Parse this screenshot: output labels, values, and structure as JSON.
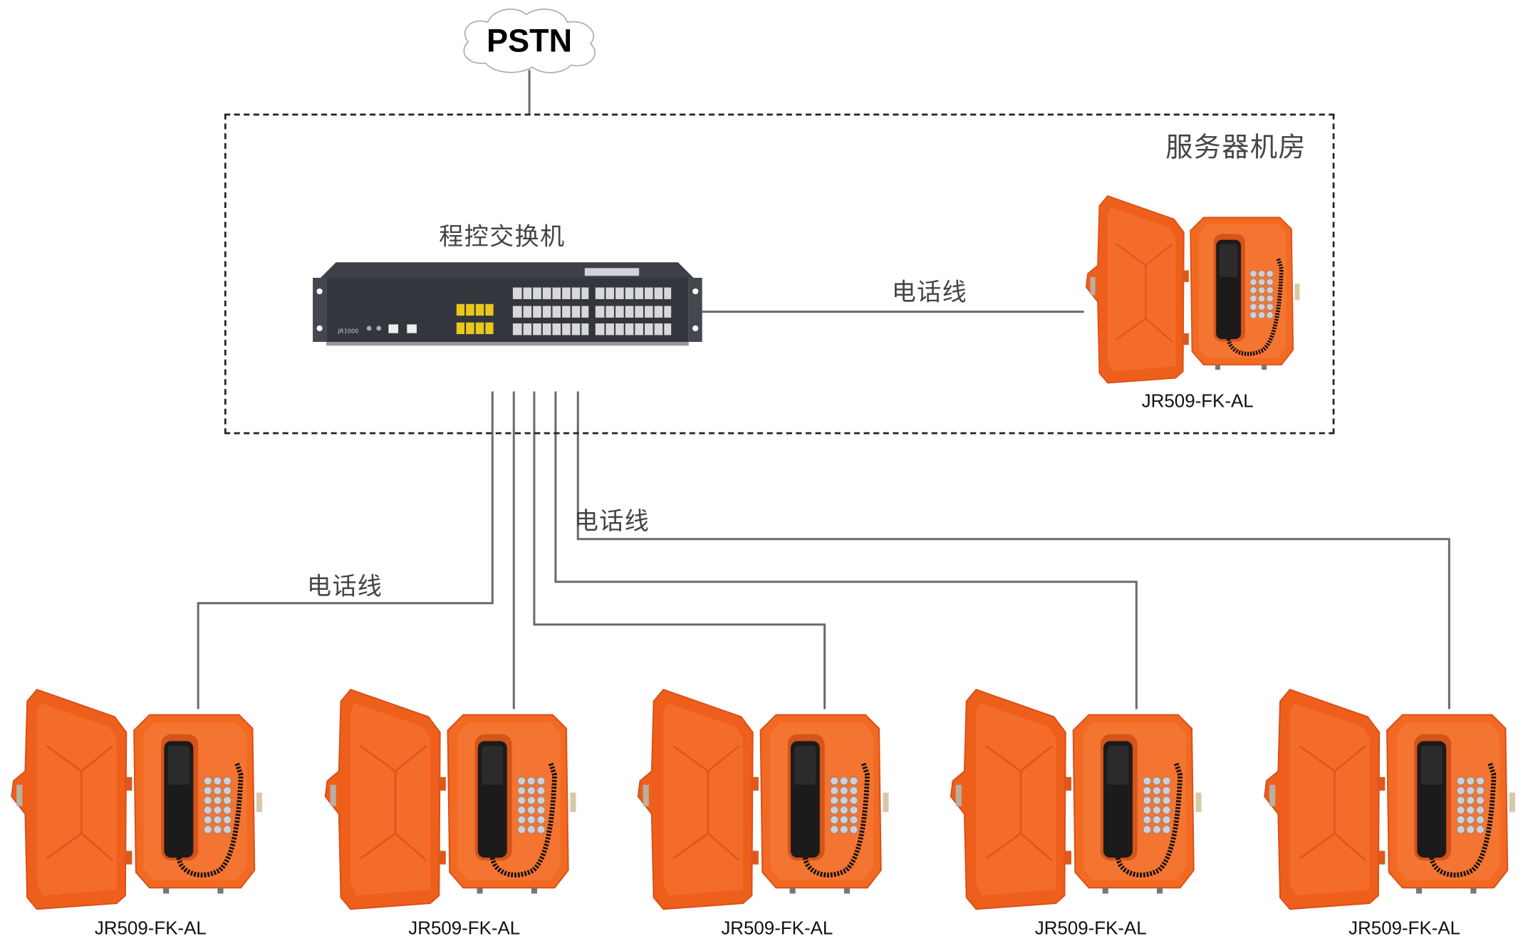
{
  "cloud": {
    "label": "PSTN"
  },
  "server_room": {
    "label": "服务器机房"
  },
  "switch": {
    "label": "程控交换机",
    "model": "JR1000"
  },
  "line_labels": [
    "电话线",
    "电话线",
    "电话线"
  ],
  "server_phone": {
    "model": "JR509-FK-AL"
  },
  "field_phones": [
    {
      "model": "JR509-FK-AL"
    },
    {
      "model": "JR509-FK-AL"
    },
    {
      "model": "JR509-FK-AL"
    },
    {
      "model": "JR509-FK-AL"
    },
    {
      "model": "JR509-FK-AL"
    }
  ],
  "colors": {
    "phone_orange": "#f26a22",
    "line": "#666666",
    "switch_body": "#33363d"
  }
}
